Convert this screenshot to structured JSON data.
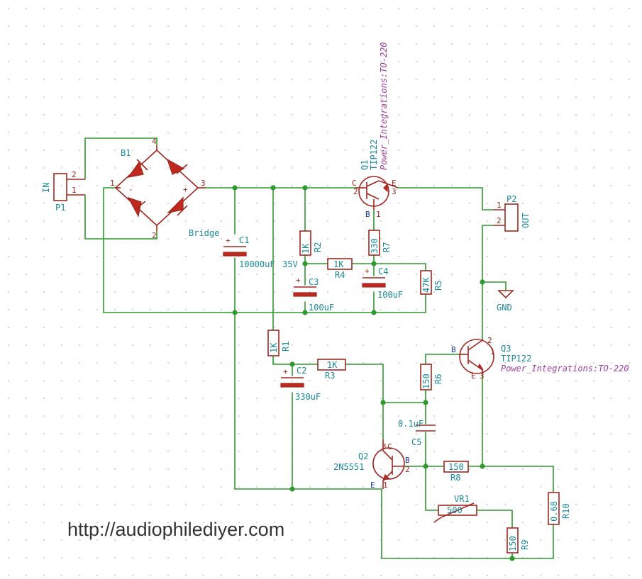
{
  "website": "http://audiophilediyer.com",
  "connectors": {
    "P1": {
      "ref": "P1",
      "name": "IN",
      "pins": [
        "2",
        "1"
      ]
    },
    "P2": {
      "ref": "P2",
      "name": "OUT",
      "pins": [
        "1",
        "2"
      ]
    }
  },
  "bridge": {
    "ref": "B1",
    "value": "Bridge",
    "pins": [
      "4",
      "1",
      "3",
      "2"
    ],
    "minus": "-",
    "plus": "+"
  },
  "capacitors": [
    {
      "ref": "C1",
      "value": "10000uF"
    },
    {
      "ref": "C2",
      "value": "330uF"
    },
    {
      "ref": "C3",
      "value": "100uF"
    },
    {
      "ref": "C4",
      "value": "100uF"
    },
    {
      "ref": "C5",
      "value": "0.1uF"
    }
  ],
  "voltage_label": "35V",
  "resistors": [
    {
      "ref": "R1",
      "value": "1K"
    },
    {
      "ref": "R2",
      "value": "1K"
    },
    {
      "ref": "R3",
      "value": "1K"
    },
    {
      "ref": "R4",
      "value": "1K"
    },
    {
      "ref": "R5",
      "value": "47K"
    },
    {
      "ref": "R6",
      "value": "150"
    },
    {
      "ref": "R7",
      "value": "330"
    },
    {
      "ref": "R8",
      "value": "150"
    },
    {
      "ref": "R9",
      "value": "150"
    },
    {
      "ref": "R10",
      "value": "0.68"
    }
  ],
  "potentiometer": {
    "ref": "VR1",
    "value": "500"
  },
  "transistors": [
    {
      "ref": "Q1",
      "value": "TIP122",
      "footprint": "Power_Integrations:TO-220",
      "pins": {
        "C": "C",
        "E": "E",
        "B": "B",
        "n1": "1",
        "n2": "2",
        "n3": "3"
      }
    },
    {
      "ref": "Q2",
      "value": "2N5551",
      "pins": {
        "C": "C",
        "E": "E",
        "B": "B",
        "n1": "1",
        "n2": "2",
        "n3": "3"
      }
    },
    {
      "ref": "Q3",
      "value": "TIP122",
      "footprint": "Power_Integrations:TO-220",
      "pins": {
        "B": "B",
        "E": "E",
        "n1": "1",
        "n2": "2",
        "n3": "3"
      }
    }
  ],
  "ground": {
    "label": "GND"
  },
  "polarity_mark": "+"
}
